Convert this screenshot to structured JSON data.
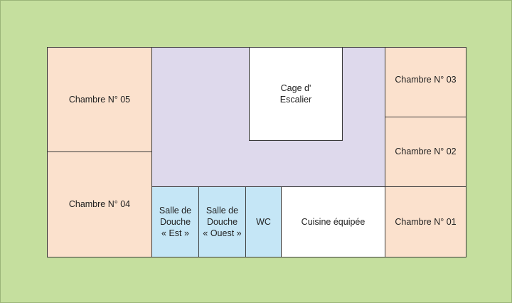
{
  "plan": {
    "rooms": {
      "chambre05": {
        "label": "Chambre N° 05",
        "color": "#fbe1cd"
      },
      "chambre04": {
        "label": "Chambre N° 04",
        "color": "#fbe1cd"
      },
      "chambre03": {
        "label": "Chambre N° 03",
        "color": "#fbe1cd"
      },
      "chambre02": {
        "label": "Chambre N° 02",
        "color": "#fbe1cd"
      },
      "chambre01": {
        "label": "Chambre N° 01",
        "color": "#fbe1cd"
      },
      "escalier": {
        "line1": "Cage d'",
        "line2": "Escalier",
        "color": "#ffffff"
      },
      "douche_est": {
        "line1": "Salle de",
        "line2": "Douche",
        "line3": "« Est »",
        "color": "#c5e6f6"
      },
      "douche_ouest": {
        "line1": "Salle de",
        "line2": "Douche",
        "line3": "« Ouest »",
        "color": "#c5e6f6"
      },
      "wc": {
        "label": "WC",
        "color": "#c5e6f6"
      },
      "cuisine": {
        "label": "Cuisine équipée",
        "color": "#ffffff"
      }
    },
    "colors": {
      "garden": "#c5df9e",
      "corridor": "#ded9ec",
      "walls": "#3a3a3a"
    }
  }
}
